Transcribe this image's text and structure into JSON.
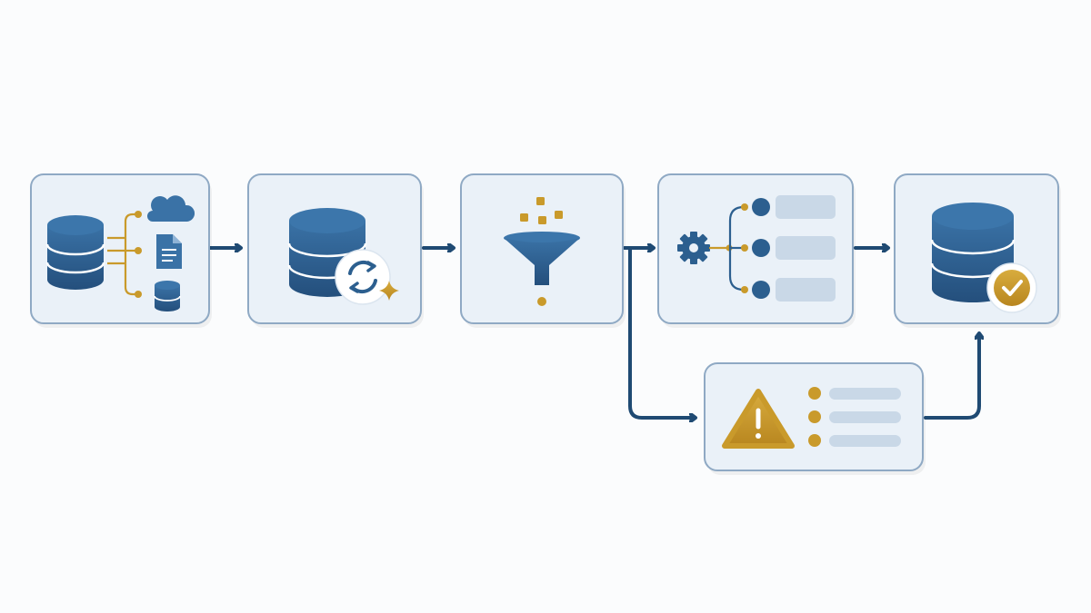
{
  "diagram": {
    "type": "data-pipeline-flow",
    "colors": {
      "background": "#fbfcfd",
      "box_fill": "#eaf1f8",
      "box_border": "#8fa9c4",
      "arrow": "#1f4a73",
      "primary": "#2c5f8f",
      "accent": "#c99a2b",
      "placeholder_bar": "#c9d8e7"
    },
    "nodes": [
      {
        "id": "sources",
        "icons": [
          "database-icon",
          "cloud-icon",
          "document-icon",
          "small-database-icon"
        ]
      },
      {
        "id": "sync",
        "icons": [
          "database-icon",
          "refresh-icon",
          "sparkle-icon"
        ]
      },
      {
        "id": "filter",
        "icons": [
          "funnel-icon"
        ]
      },
      {
        "id": "transform",
        "icons": [
          "gear-icon",
          "branch-list"
        ]
      },
      {
        "id": "validated-store",
        "icons": [
          "database-icon",
          "check-badge-icon"
        ]
      },
      {
        "id": "errors",
        "icons": [
          "warning-icon",
          "list-lines"
        ]
      }
    ],
    "edges": [
      {
        "from": "sources",
        "to": "sync"
      },
      {
        "from": "sync",
        "to": "filter"
      },
      {
        "from": "filter",
        "to": "transform"
      },
      {
        "from": "filter",
        "to": "errors"
      },
      {
        "from": "transform",
        "to": "validated-store"
      },
      {
        "from": "errors",
        "to": "validated-store"
      }
    ]
  }
}
